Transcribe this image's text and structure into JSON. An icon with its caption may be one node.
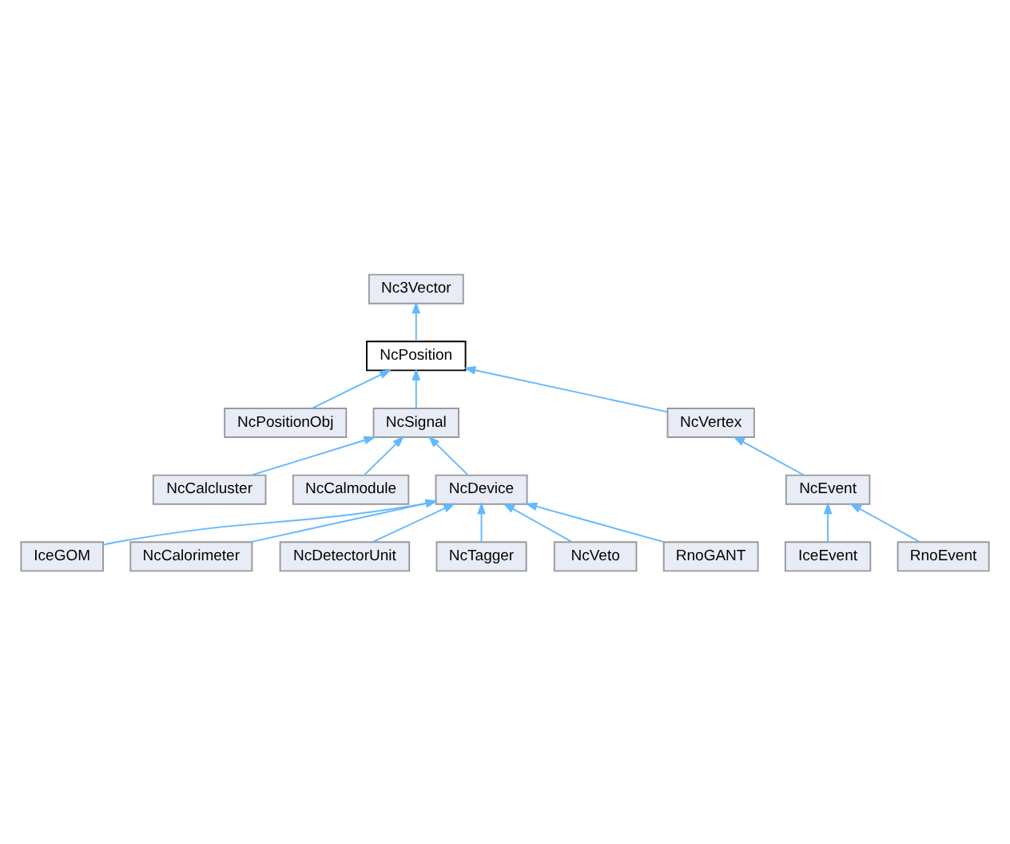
{
  "diagram": {
    "nodes": [
      {
        "text": [
          "Nc3Vector"
        ]
      },
      {
        "text": [
          "NcPosition"
        ]
      },
      {
        "text": [
          "NcPositionObj"
        ]
      },
      {
        "text": [
          "NcSignal"
        ]
      },
      {
        "text": [
          "NcVertex"
        ]
      },
      {
        "text": [
          "NcCalcluster"
        ]
      },
      {
        "text": [
          "NcCalmodule"
        ]
      },
      {
        "text": [
          "NcDevice"
        ]
      },
      {
        "text": [
          "NcEvent"
        ]
      },
      {
        "text": [
          "IceGOM"
        ]
      },
      {
        "text": [
          "NcCalorimeter"
        ]
      },
      {
        "text": [
          "NcDetectorUnit"
        ]
      },
      {
        "text": [
          "NcTagger"
        ]
      },
      {
        "text": [
          "NcVeto"
        ]
      },
      {
        "text": [
          "RnoGANT"
        ]
      },
      {
        "text": [
          "IceEvent"
        ]
      },
      {
        "text": [
          "RnoEvent"
        ]
      }
    ],
    "edges": [
      {
        "from": 1,
        "to": 0,
        "arrow": "to"
      },
      {
        "from": 2,
        "to": 1,
        "arrow": "to"
      },
      {
        "from": 3,
        "to": 1,
        "arrow": "to"
      },
      {
        "from": 4,
        "to": 1,
        "arrow": "to"
      },
      {
        "from": 5,
        "to": 3,
        "arrow": "to"
      },
      {
        "from": 6,
        "to": 3,
        "arrow": "to"
      },
      {
        "from": 7,
        "to": 3,
        "arrow": "to"
      },
      {
        "from": 8,
        "to": 4,
        "arrow": "to"
      },
      {
        "from": 9,
        "to": 7,
        "arrow": "to"
      },
      {
        "from": 10,
        "to": 7,
        "arrow": "to"
      },
      {
        "from": 11,
        "to": 7,
        "arrow": "to"
      },
      {
        "from": 12,
        "to": 7,
        "arrow": "to"
      },
      {
        "from": 13,
        "to": 7,
        "arrow": "to"
      },
      {
        "from": 14,
        "to": 7,
        "arrow": "to"
      },
      {
        "from": 15,
        "to": 8,
        "arrow": "to"
      },
      {
        "from": 16,
        "to": 8,
        "arrow": "to"
      }
    ]
  }
}
